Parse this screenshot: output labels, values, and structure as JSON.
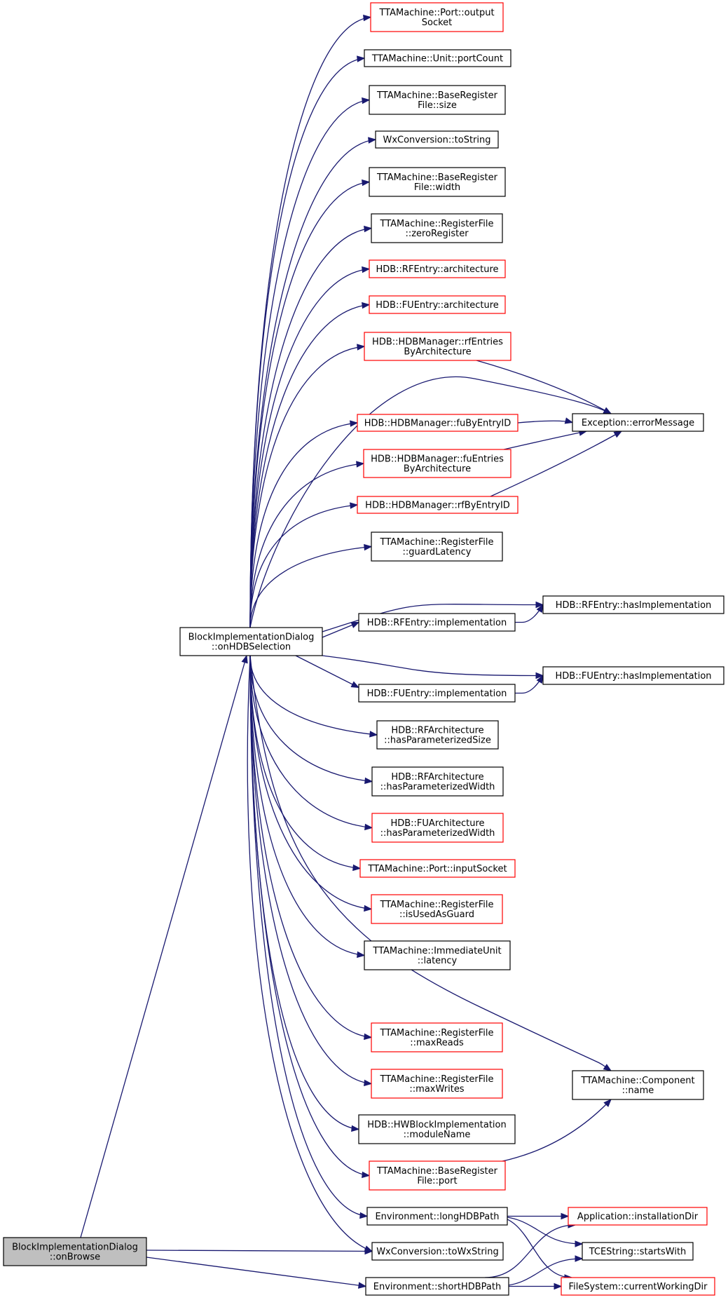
{
  "graph": {
    "root": {
      "id": "onBrowse",
      "lines": [
        "BlockImplementationDialog",
        "::onBrowse"
      ],
      "style": "grey"
    },
    "hub": {
      "id": "onHDBSelection",
      "lines": [
        "BlockImplementationDialog",
        "::onHDBSelection"
      ],
      "style": "black"
    },
    "nodes": [
      {
        "id": "outputSocket",
        "lines": [
          "TTAMachine::Port::output",
          "Socket"
        ],
        "style": "red"
      },
      {
        "id": "portCount",
        "lines": [
          "TTAMachine::Unit::portCount"
        ],
        "style": "black"
      },
      {
        "id": "brfSize",
        "lines": [
          "TTAMachine::BaseRegister",
          "File::size"
        ],
        "style": "black"
      },
      {
        "id": "wxToString",
        "lines": [
          "WxConversion::toString"
        ],
        "style": "black"
      },
      {
        "id": "brfWidth",
        "lines": [
          "TTAMachine::BaseRegister",
          "File::width"
        ],
        "style": "black"
      },
      {
        "id": "zeroRegister",
        "lines": [
          "TTAMachine::RegisterFile",
          "::zeroRegister"
        ],
        "style": "black"
      },
      {
        "id": "rfArch",
        "lines": [
          "HDB::RFEntry::architecture"
        ],
        "style": "red"
      },
      {
        "id": "fuArch",
        "lines": [
          "HDB::FUEntry::architecture"
        ],
        "style": "red"
      },
      {
        "id": "rfEntriesByArch",
        "lines": [
          "HDB::HDBManager::rfEntries",
          "ByArchitecture"
        ],
        "style": "red"
      },
      {
        "id": "fuByEntryID",
        "lines": [
          "HDB::HDBManager::fuByEntryID"
        ],
        "style": "red"
      },
      {
        "id": "errorMessage",
        "lines": [
          "Exception::errorMessage"
        ],
        "style": "black"
      },
      {
        "id": "fuEntriesByArch",
        "lines": [
          "HDB::HDBManager::fuEntries",
          "ByArchitecture"
        ],
        "style": "red"
      },
      {
        "id": "rfByEntryID",
        "lines": [
          "HDB::HDBManager::rfByEntryID"
        ],
        "style": "red"
      },
      {
        "id": "guardLatency",
        "lines": [
          "TTAMachine::RegisterFile",
          "::guardLatency"
        ],
        "style": "black"
      },
      {
        "id": "rfHasImpl",
        "lines": [
          "HDB::RFEntry::hasImplementation"
        ],
        "style": "black"
      },
      {
        "id": "rfImpl",
        "lines": [
          "HDB::RFEntry::implementation"
        ],
        "style": "black"
      },
      {
        "id": "fuHasImpl",
        "lines": [
          "HDB::FUEntry::hasImplementation"
        ],
        "style": "black"
      },
      {
        "id": "fuImpl",
        "lines": [
          "HDB::FUEntry::implementation"
        ],
        "style": "black"
      },
      {
        "id": "rfParamSize",
        "lines": [
          "HDB::RFArchitecture",
          "::hasParameterizedSize"
        ],
        "style": "black"
      },
      {
        "id": "rfParamWidth",
        "lines": [
          "HDB::RFArchitecture",
          "::hasParameterizedWidth"
        ],
        "style": "black"
      },
      {
        "id": "fuParamWidth",
        "lines": [
          "HDB::FUArchitecture",
          "::hasParameterizedWidth"
        ],
        "style": "red"
      },
      {
        "id": "inputSocket",
        "lines": [
          "TTAMachine::Port::inputSocket"
        ],
        "style": "red"
      },
      {
        "id": "isUsedAsGuard",
        "lines": [
          "TTAMachine::RegisterFile",
          "::isUsedAsGuard"
        ],
        "style": "red"
      },
      {
        "id": "iuLatency",
        "lines": [
          "TTAMachine::ImmediateUnit",
          "::latency"
        ],
        "style": "black"
      },
      {
        "id": "maxReads",
        "lines": [
          "TTAMachine::RegisterFile",
          "::maxReads"
        ],
        "style": "red"
      },
      {
        "id": "compName",
        "lines": [
          "TTAMachine::Component",
          "::name"
        ],
        "style": "black"
      },
      {
        "id": "maxWrites",
        "lines": [
          "TTAMachine::RegisterFile",
          "::maxWrites"
        ],
        "style": "red"
      },
      {
        "id": "moduleName",
        "lines": [
          "HDB::HWBlockImplementation",
          "::moduleName"
        ],
        "style": "black"
      },
      {
        "id": "brfPort",
        "lines": [
          "TTAMachine::BaseRegister",
          "File::port"
        ],
        "style": "red"
      },
      {
        "id": "longHDBPath",
        "lines": [
          "Environment::longHDBPath"
        ],
        "style": "black"
      },
      {
        "id": "installationDir",
        "lines": [
          "Application::installationDir"
        ],
        "style": "red"
      },
      {
        "id": "toWxString",
        "lines": [
          "WxConversion::toWxString"
        ],
        "style": "black"
      },
      {
        "id": "startsWith",
        "lines": [
          "TCEString::startsWith"
        ],
        "style": "black"
      },
      {
        "id": "shortHDBPath",
        "lines": [
          "Environment::shortHDBPath"
        ],
        "style": "black"
      },
      {
        "id": "cwd",
        "lines": [
          "FileSystem::currentWorkingDir"
        ],
        "style": "red"
      }
    ],
    "edges": [
      [
        "onBrowse",
        "onHDBSelection"
      ],
      [
        "onBrowse",
        "toWxString"
      ],
      [
        "onBrowse",
        "shortHDBPath"
      ],
      [
        "onHDBSelection",
        "outputSocket"
      ],
      [
        "onHDBSelection",
        "portCount"
      ],
      [
        "onHDBSelection",
        "brfSize"
      ],
      [
        "onHDBSelection",
        "wxToString"
      ],
      [
        "onHDBSelection",
        "brfWidth"
      ],
      [
        "onHDBSelection",
        "zeroRegister"
      ],
      [
        "onHDBSelection",
        "rfArch"
      ],
      [
        "onHDBSelection",
        "fuArch"
      ],
      [
        "onHDBSelection",
        "rfEntriesByArch"
      ],
      [
        "onHDBSelection",
        "errorMessage"
      ],
      [
        "onHDBSelection",
        "fuByEntryID"
      ],
      [
        "onHDBSelection",
        "fuEntriesByArch"
      ],
      [
        "onHDBSelection",
        "rfByEntryID"
      ],
      [
        "onHDBSelection",
        "guardLatency"
      ],
      [
        "onHDBSelection",
        "rfHasImpl"
      ],
      [
        "onHDBSelection",
        "rfImpl"
      ],
      [
        "onHDBSelection",
        "fuHasImpl"
      ],
      [
        "onHDBSelection",
        "fuImpl"
      ],
      [
        "onHDBSelection",
        "rfParamSize"
      ],
      [
        "onHDBSelection",
        "rfParamWidth"
      ],
      [
        "onHDBSelection",
        "fuParamWidth"
      ],
      [
        "onHDBSelection",
        "inputSocket"
      ],
      [
        "onHDBSelection",
        "isUsedAsGuard"
      ],
      [
        "onHDBSelection",
        "iuLatency"
      ],
      [
        "onHDBSelection",
        "compName"
      ],
      [
        "onHDBSelection",
        "maxReads"
      ],
      [
        "onHDBSelection",
        "maxWrites"
      ],
      [
        "onHDBSelection",
        "moduleName"
      ],
      [
        "onHDBSelection",
        "brfPort"
      ],
      [
        "onHDBSelection",
        "longHDBPath"
      ],
      [
        "onHDBSelection",
        "toWxString"
      ],
      [
        "rfEntriesByArch",
        "errorMessage"
      ],
      [
        "fuByEntryID",
        "errorMessage"
      ],
      [
        "fuEntriesByArch",
        "errorMessage"
      ],
      [
        "rfByEntryID",
        "errorMessage"
      ],
      [
        "rfImpl",
        "rfHasImpl"
      ],
      [
        "fuImpl",
        "fuHasImpl"
      ],
      [
        "brfPort",
        "compName"
      ],
      [
        "longHDBPath",
        "installationDir"
      ],
      [
        "longHDBPath",
        "startsWith"
      ],
      [
        "longHDBPath",
        "cwd"
      ],
      [
        "shortHDBPath",
        "installationDir"
      ],
      [
        "shortHDBPath",
        "startsWith"
      ],
      [
        "shortHDBPath",
        "cwd"
      ]
    ]
  }
}
